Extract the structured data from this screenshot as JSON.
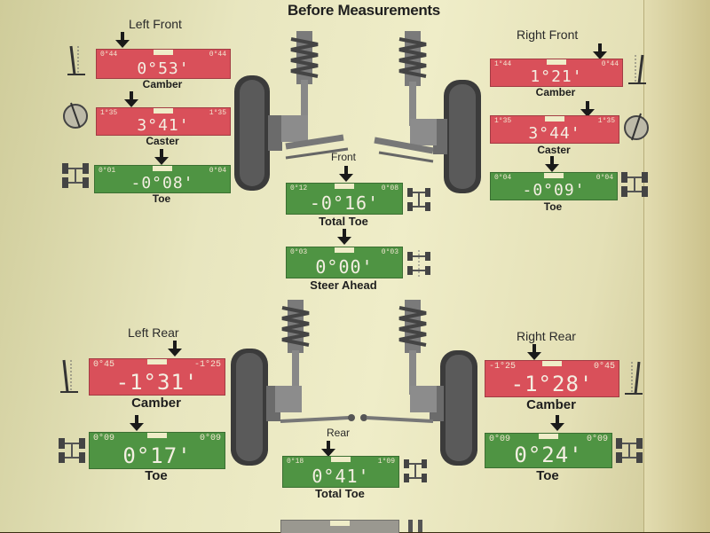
{
  "title": "Before Measurements",
  "left_front": {
    "label": "Left Front",
    "camber": {
      "caption": "Camber",
      "value": "0°53'",
      "range_left": "0°44",
      "range_right": "0°44"
    },
    "caster": {
      "caption": "Caster",
      "value": "3°41'",
      "range_left": "1°35",
      "range_right": "1°35"
    },
    "toe": {
      "caption": "Toe",
      "value": "-0°08'",
      "range_left": "0°01",
      "range_right": "0°04"
    }
  },
  "right_front": {
    "label": "Right Front",
    "camber": {
      "caption": "Camber",
      "value": "1°21'",
      "range_left": "1°44",
      "range_right": "0°44"
    },
    "caster": {
      "caption": "Caster",
      "value": "3°44'",
      "range_left": "1°35",
      "range_right": "1°35"
    },
    "toe": {
      "caption": "Toe",
      "value": "-0°09'",
      "range_left": "0°04",
      "range_right": "0°04"
    }
  },
  "front_total": {
    "label": "Front",
    "caption": "Total Toe",
    "value": "-0°16'",
    "range_left": "0°12",
    "range_right": "0°08"
  },
  "steer_ahead": {
    "caption": "Steer Ahead",
    "value": "0°00'",
    "range_left": "0°03",
    "range_right": "0°03"
  },
  "left_rear": {
    "label": "Left Rear",
    "camber": {
      "caption": "Camber",
      "value": "-1°31'",
      "range_left": "0°45",
      "range_right": "-1°25"
    },
    "toe": {
      "caption": "Toe",
      "value": "0°17'",
      "range_left": "0°09",
      "range_right": "0°09"
    }
  },
  "right_rear": {
    "label": "Right Rear",
    "camber": {
      "caption": "Camber",
      "value": "-1°28'",
      "range_left": "-1°25",
      "range_right": "0°45"
    },
    "toe": {
      "caption": "Toe",
      "value": "0°24'",
      "range_left": "0°09",
      "range_right": "0°09"
    }
  },
  "rear_total": {
    "label": "Rear",
    "caption": "Total Toe",
    "value": "0°41'",
    "range_left": "0°18",
    "range_right": "1°09"
  },
  "colors": {
    "out_of_spec": "#d9505a",
    "in_spec": "#4f9443",
    "paper": "#efedc8",
    "ink": "#1e1e1e"
  },
  "icons": [
    "camber-icon",
    "caster-icon",
    "toe-icon",
    "total-toe-icon",
    "steer-ahead-icon",
    "front-suspension-icon",
    "rear-suspension-icon"
  ]
}
